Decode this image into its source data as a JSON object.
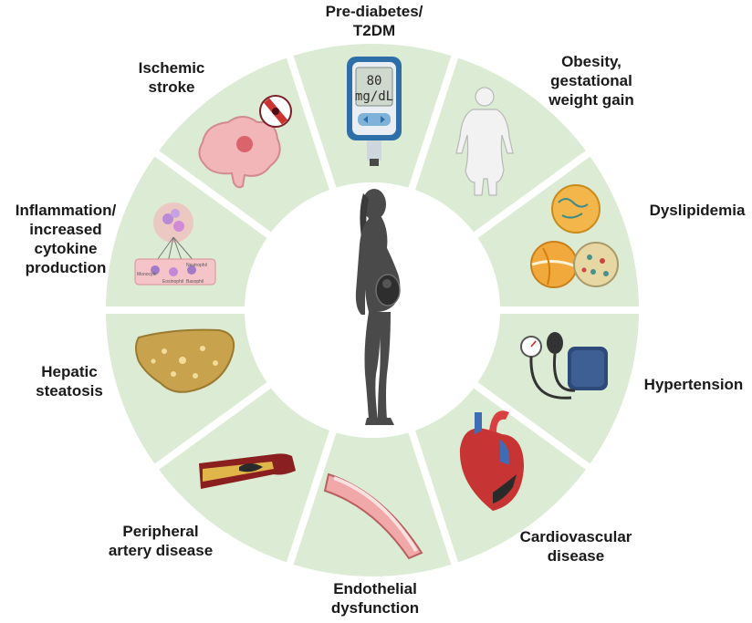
{
  "labels": {
    "prediabetes": [
      "Pre-diabetes/",
      "T2DM"
    ],
    "obesity": [
      "Obesity,",
      "gestational",
      "weight gain"
    ],
    "dyslipidemia": [
      "Dyslipidemia"
    ],
    "hypertension": [
      "Hypertension"
    ],
    "cardiovascular": [
      "Cardiovascular",
      "disease"
    ],
    "endothelial": [
      "Endothelial",
      "dysfunction"
    ],
    "peripheral": [
      "Peripheral",
      "artery disease"
    ],
    "hepatic": [
      "Hepatic",
      "steatosis"
    ],
    "inflammation": [
      "Inflammation/",
      "increased",
      "cytokine",
      "production"
    ],
    "stroke": [
      "Ischemic",
      "stroke"
    ]
  },
  "glucometer": {
    "value": "80",
    "unit": "mg/dL"
  },
  "cell_labels": [
    "Monocyte",
    "Neutrophil",
    "Eosinophil",
    "Basophil"
  ],
  "colors": {
    "segment_fill": "#dcebd4",
    "center_fill": "#ffffff",
    "silhouette": "#4a4a4a"
  }
}
